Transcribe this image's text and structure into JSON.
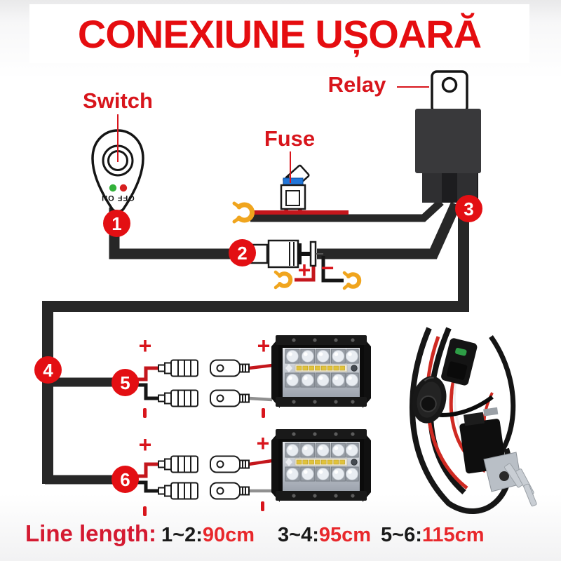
{
  "title": "CONEXIUNE UȘOARĂ",
  "labels": {
    "switch": "Switch",
    "fuse": "Fuse",
    "relay": "Relay"
  },
  "switch_marking": "OFF ON",
  "badges": [
    "1",
    "2",
    "3",
    "4",
    "5",
    "6"
  ],
  "polarity": {
    "plus": "+",
    "minus": "−"
  },
  "line_length": {
    "label": "Line length:",
    "segments": [
      {
        "range": "1~2:",
        "value": "90cm"
      },
      {
        "range": "3~4:",
        "value": "95cm"
      },
      {
        "range": "5~6:",
        "value": "115cm"
      }
    ]
  },
  "colors": {
    "title_red": "#e50d10",
    "label_red": "#d8151c",
    "badge_red": "#e30f13",
    "value_red": "#e8282c",
    "wire_black": "#272727",
    "wire_red": "#c4161c",
    "terminal_yellow": "#f0a51e",
    "fuse_blue": "#2176d9"
  }
}
